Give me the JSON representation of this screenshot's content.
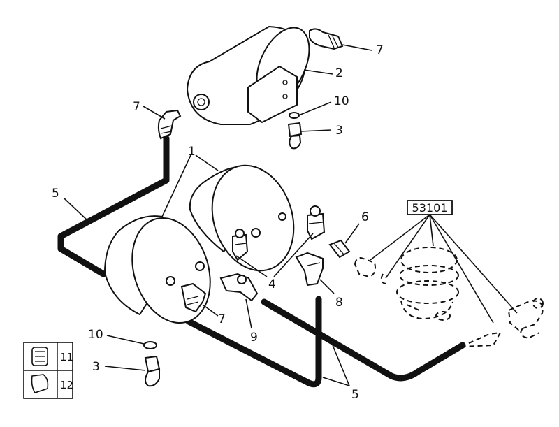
{
  "reference_code": "53101",
  "callouts": {
    "tank_pair": "1",
    "small_tank": "2",
    "valve_upper": "3",
    "valve_lower": "3",
    "union_4": "4",
    "hose_left": "5",
    "hose_bottom": "5",
    "fitting_6": "6",
    "elbow_top_right": "7",
    "elbow_top_left": "7",
    "elbow_front_tank": "7",
    "fitting_8": "8",
    "fitting_9": "9",
    "washer_upper": "10",
    "washer_lower": "10"
  },
  "legend": [
    {
      "label": "11"
    },
    {
      "label": "12"
    }
  ]
}
